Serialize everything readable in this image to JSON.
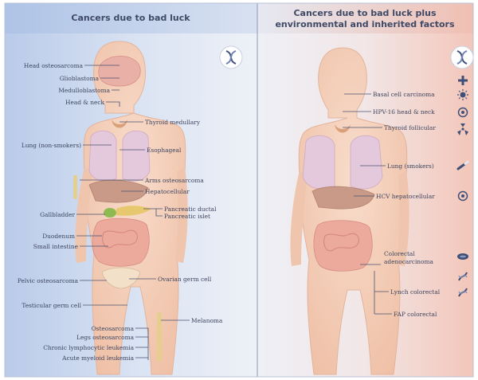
{
  "panels": {
    "left": {
      "title": "Cancers due to bad luck"
    },
    "right": {
      "title_line1": "Cancers due to bad luck plus",
      "title_line2": "environmental and inherited factors"
    }
  },
  "left_labels": [
    "Head osteosarcoma",
    "Glioblastoma",
    "Medulloblastoma",
    "Head & neck",
    "Thyroid medullary",
    "Lung (non-smokers)",
    "Esophageal",
    "Arms osteosarcoma",
    "Hepatocellular",
    "Gallbladder",
    "Pancreatic ductal",
    "Pancreatic islet",
    "Duodenum",
    "Small intestine",
    "Pelvic osteosarcoma",
    "Ovarian germ cell",
    "Testicular germ cell",
    "Melanoma",
    "Osteosarcoma",
    "Legs osteosarcoma",
    "Chronic lymphocytic leukemia",
    "Acute myeloid leukemia"
  ],
  "right_labels": [
    "Basal cell carcinoma",
    "HPV-16 head & neck",
    "Thyroid follicular",
    "Lung (smokers)",
    "HCV hepatocellular",
    "Colorectal",
    "adenocarcinoma",
    "Lynch colorectal",
    "FAP colorectal"
  ],
  "icons": [
    "dna-dice-icon",
    "dna-dice-icon",
    "plus-icon",
    "sun-icon",
    "virus-icon",
    "radiation-icon",
    "cigarette-icon",
    "virus-icon",
    "food-icon",
    "dna-strand-icon",
    "dna-strand-icon"
  ],
  "colors": {
    "header_blue": "#c5d3eb",
    "header_pink": "#f2c9be",
    "panel_blue": "#cfdcf0",
    "panel_pink": "#f5d5cb",
    "skin": "#f3cdb8",
    "lung": "#e2c6d6",
    "liver": "#c79a8a",
    "intestine": "#eba99b",
    "text": "#3d4560"
  }
}
